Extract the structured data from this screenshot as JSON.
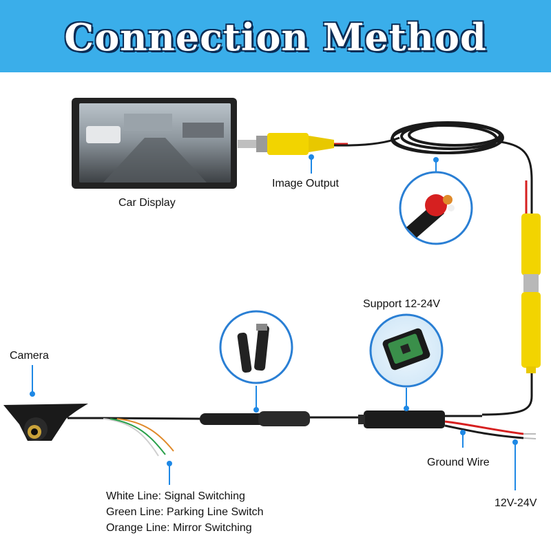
{
  "title": "Connection Method",
  "labels": {
    "car_display": "Car Display",
    "image_output": "Image Output",
    "support_voltage": "Support 12-24V",
    "camera": "Camera",
    "ground_wire": "Ground Wire",
    "power_wire": "12V-24V"
  },
  "wire_notes": [
    "White Line: Signal Switching",
    "Green Line: Parking Line Switch",
    "Orange Line: Mirror Switching"
  ],
  "colors": {
    "banner": "#3aaeea",
    "callout": "#1e88e5",
    "rca_yellow": "#f2d400",
    "cable": "#1a1a1a",
    "red_wire": "#d62020"
  }
}
